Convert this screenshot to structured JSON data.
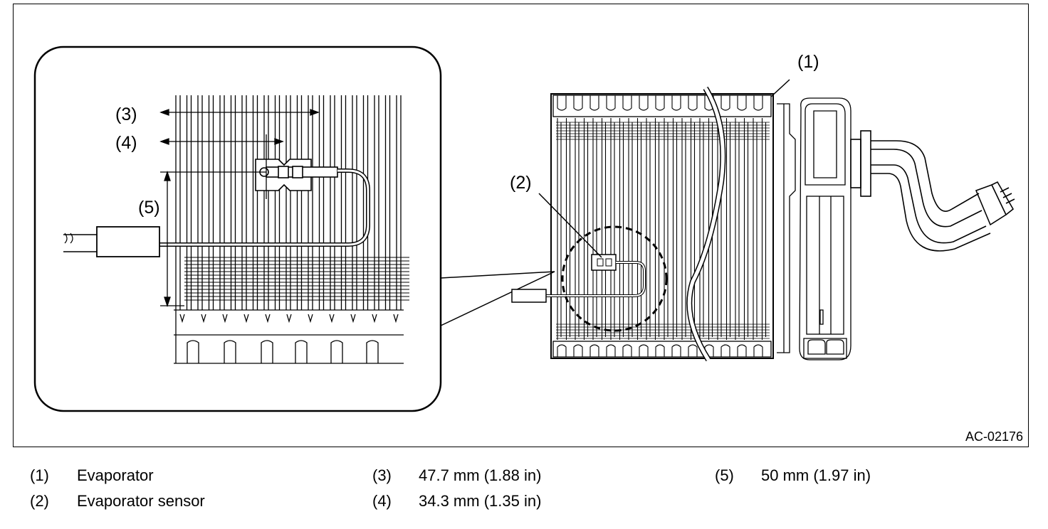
{
  "figure": {
    "id": "AC-02176",
    "callouts": [
      "(1)",
      "(2)",
      "(3)",
      "(4)",
      "(5)"
    ]
  },
  "legend": [
    {
      "num": "(1)",
      "text": "Evaporator"
    },
    {
      "num": "(2)",
      "text": "Evaporator sensor"
    },
    {
      "num": "(3)",
      "text": "47.7 mm (1.88 in)"
    },
    {
      "num": "(4)",
      "text": "34.3 mm (1.35 in)"
    },
    {
      "num": "(5)",
      "text": "50 mm (1.97 in)"
    }
  ]
}
